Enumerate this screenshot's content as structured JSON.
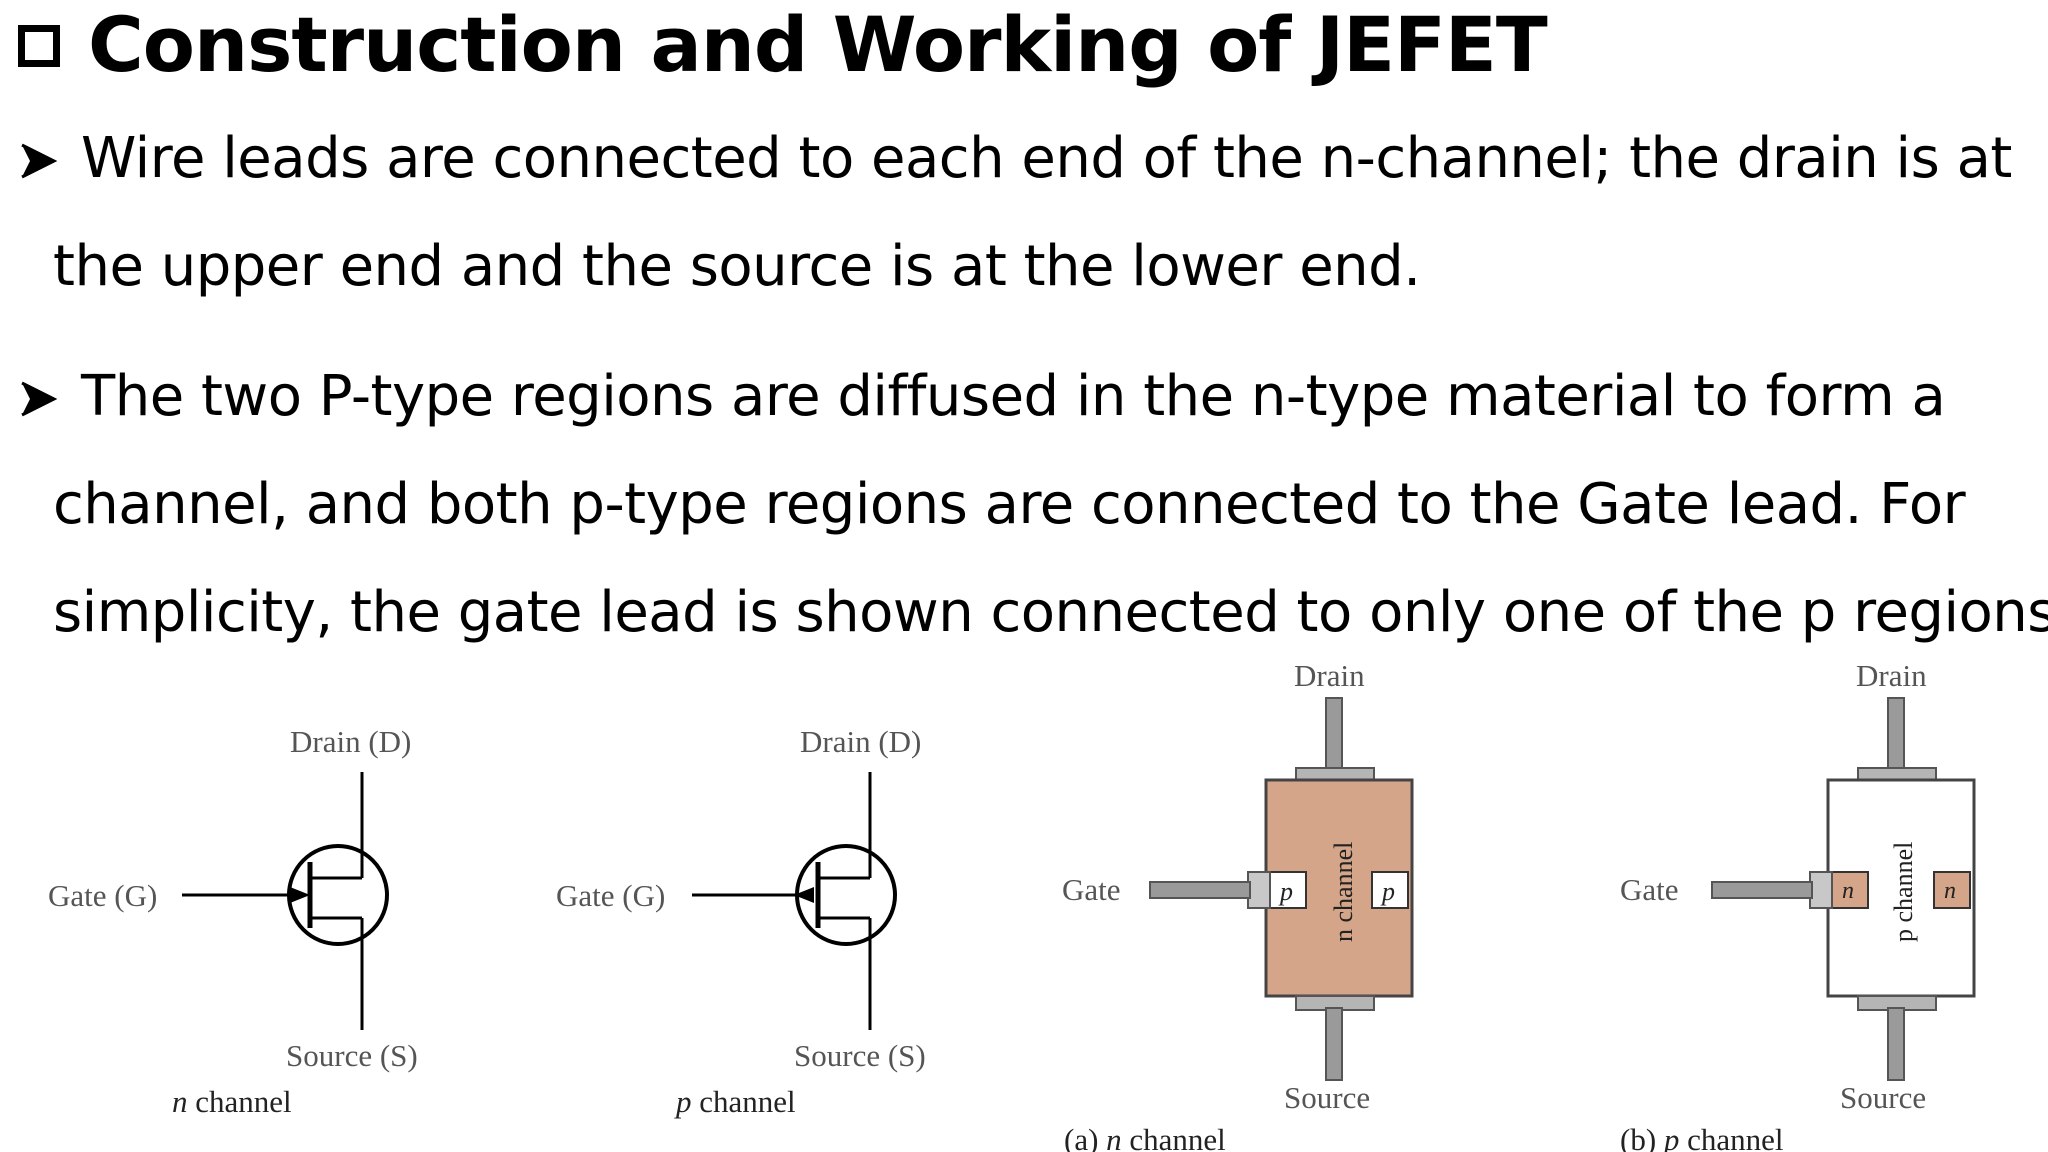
{
  "title": "Construction and Working of JEFET",
  "bullets": [
    {
      "lines": [
        "Wire leads are connected to each end of the n-channel; the drain is at",
        "the upper end and the source is at the lower end."
      ]
    },
    {
      "lines": [
        "The two P-type regions are diffused in the n-type material to form a",
        "channel, and both p-type regions are connected to the Gate lead. For",
        "simplicity, the gate lead is shown connected to only one of the p regions."
      ]
    }
  ],
  "symbols": {
    "n": {
      "drain": "Drain (D)",
      "gate": "Gate (G)",
      "source": "Source (S)",
      "caption_letter": "n",
      "caption_word": " channel"
    },
    "p": {
      "drain": "Drain (D)",
      "gate": "Gate (G)",
      "source": "Source (S)",
      "caption_letter": "p",
      "caption_word": " channel"
    }
  },
  "structures": {
    "a": {
      "drain": "Drain",
      "gate": "Gate",
      "source": "Source",
      "region_left": "p",
      "region_right": "p",
      "channel": "n channel",
      "caption_prefix": "(a) ",
      "caption_letter": "n",
      "caption_word": " channel",
      "body_color": "#d4a588"
    },
    "b": {
      "drain": "Drain",
      "gate": "Gate",
      "source": "Source",
      "region_left": "n",
      "region_right": "n",
      "channel": "p channel",
      "caption_prefix": "(b) ",
      "caption_letter": "p",
      "caption_word": " channel",
      "body_color": "#ffffff",
      "region_color": "#d4a588"
    }
  }
}
